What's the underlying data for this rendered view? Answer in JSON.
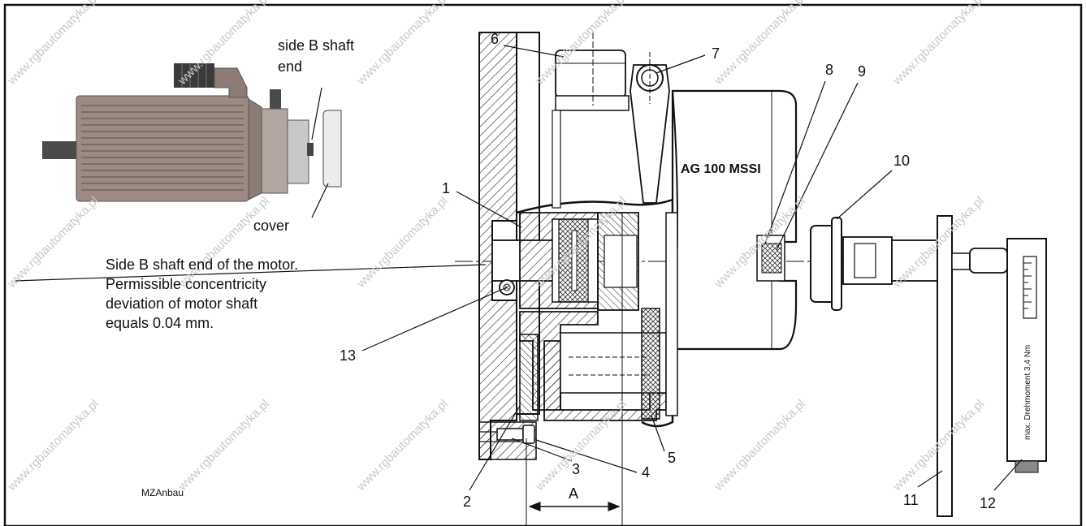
{
  "watermark": "www.rgbautomatyka.pl",
  "motor_labels": {
    "side_b_line1": "side B shaft",
    "side_b_line2": "end",
    "cover": "cover"
  },
  "note_lines": [
    "Side B shaft end of the motor.",
    "Permissible concentricity",
    "deviation of motor shaft",
    "equals 0.04 mm."
  ],
  "figure_code": "MZAnbau",
  "encoder_label": "AG 100 MSSI",
  "tool_label": "max. Drehmoment 3,4 Nm",
  "dimension_label": "A",
  "callouts": [
    "1",
    "2",
    "3",
    "4",
    "5",
    "6",
    "7",
    "8",
    "9",
    "10",
    "11",
    "12",
    "13"
  ]
}
